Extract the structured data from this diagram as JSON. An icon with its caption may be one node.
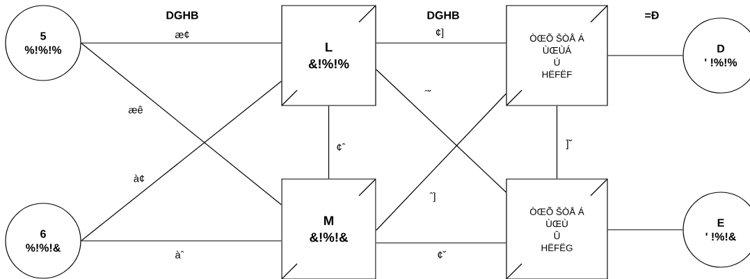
{
  "diagram": {
    "nodes": [
      {
        "text": [
          "5",
          "%!%!%"
        ]
      },
      {
        "text": [
          "6",
          "%!%!&"
        ]
      },
      {
        "text": [
          "L",
          "&!%!%"
        ]
      },
      {
        "text": [
          "M",
          "&!%!&"
        ]
      },
      {
        "text": [
          "ÒŒÕ ŠÒÅ Á",
          "ÙŒÙÁ",
          "Ú",
          "HËFËF"
        ]
      },
      {
        "text": [
          "ÒŒÕ ŠÒÅ Á",
          "ÙŒÙ",
          "Û",
          "HËFËG"
        ]
      },
      {
        "text": [
          "D",
          "' !%!%"
        ]
      },
      {
        "text": [
          "E",
          "' !%!&"
        ]
      }
    ],
    "edges": [
      {
        "from": 0,
        "to": 2,
        "arrow": "none",
        "label": "æ¢"
      },
      {
        "from": 0,
        "to": 3,
        "arrow": "none",
        "label": "æê"
      },
      {
        "from": 1,
        "to": 2,
        "arrow": "none",
        "label": "à¢"
      },
      {
        "from": 1,
        "to": 3,
        "arrow": "none",
        "label": "àˆ"
      },
      {
        "from": 2,
        "to": 3,
        "arrow": "none",
        "label": "¢ˆ"
      },
      {
        "from": 2,
        "to": 4,
        "arrow": "none",
        "label": "¢]"
      },
      {
        "from": 2,
        "to": 5,
        "arrow": "none",
        "label": "ˆ˘"
      },
      {
        "from": 3,
        "to": 4,
        "arrow": "none",
        "label": "ˆ]"
      },
      {
        "from": 3,
        "to": 5,
        "arrow": "none",
        "label": "¢˘"
      },
      {
        "from": 4,
        "to": 5,
        "arrow": "none",
        "label": "]˘"
      },
      {
        "from": 4,
        "to": 6,
        "arrow": "none"
      },
      {
        "from": 5,
        "to": 7,
        "arrow": "none"
      }
    ],
    "labels": [
      "DGHB",
      "DGHB",
      "=Ð"
    ]
  }
}
